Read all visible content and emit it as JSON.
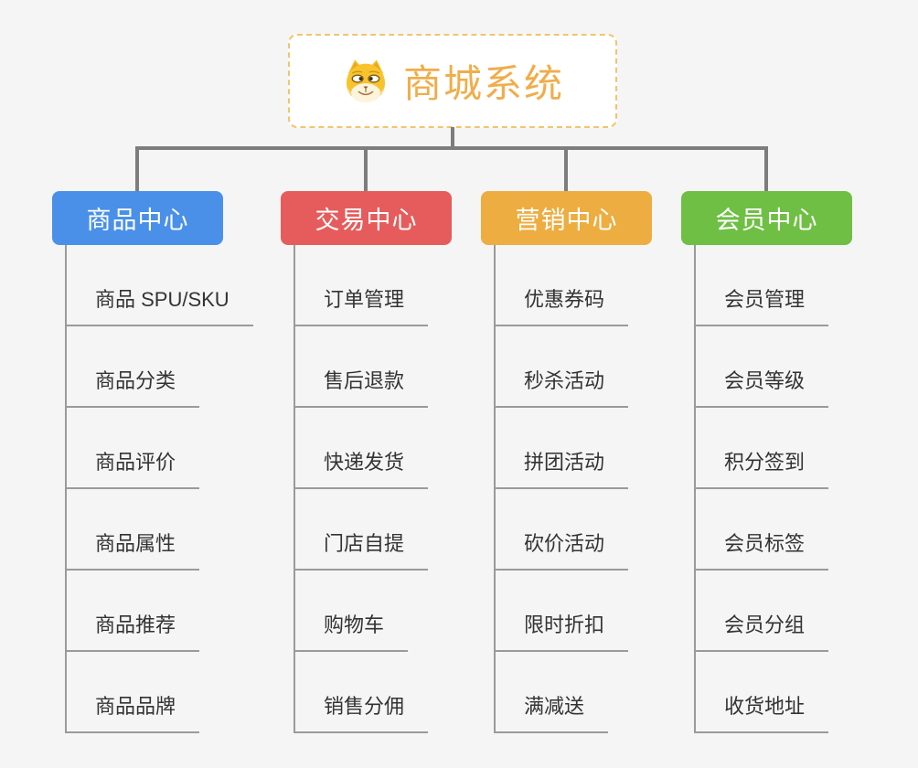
{
  "root": {
    "title": "商城系统",
    "icon": "doge-icon"
  },
  "branches": [
    {
      "label": "商品中心",
      "color": "#4a90e8",
      "items": [
        "商品 SPU/SKU",
        "商品分类",
        "商品评价",
        "商品属性",
        "商品推荐",
        "商品品牌"
      ]
    },
    {
      "label": "交易中心",
      "color": "#e65c5c",
      "items": [
        "订单管理",
        "售后退款",
        "快递发货",
        "门店自提",
        "购物车",
        "销售分佣"
      ]
    },
    {
      "label": "营销中心",
      "color": "#edad40",
      "items": [
        "优惠券码",
        "秒杀活动",
        "拼团活动",
        "砍价活动",
        "限时折扣",
        "满减送"
      ]
    },
    {
      "label": "会员中心",
      "color": "#6fbf44",
      "items": [
        "会员管理",
        "会员等级",
        "积分签到",
        "会员标签",
        "会员分组",
        "收货地址"
      ]
    }
  ],
  "colors": {
    "background": "#f5f5f5",
    "root_text": "#f0ad4a",
    "root_border": "#f3c46e",
    "connector": "#7d7d7d",
    "leaf_line": "#9a9a9a",
    "leaf_text": "#333333"
  }
}
